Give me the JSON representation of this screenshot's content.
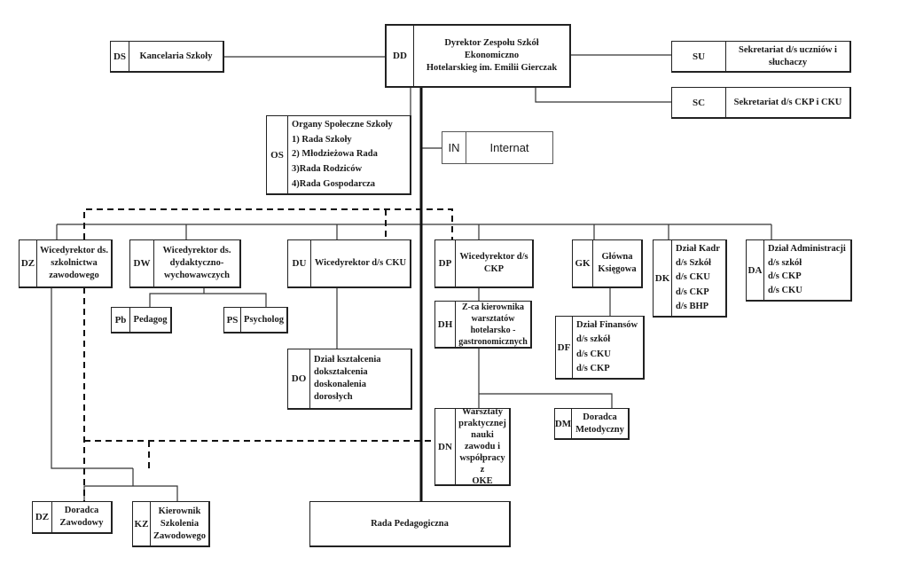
{
  "title": "Struktura organizacyjna Zespołu Szkół Ekonomiczno Hotelarskich",
  "nodes": {
    "DD": {
      "code": "DD",
      "lines": [
        "Dyrektor Zespołu Szkół Ekonomiczno",
        "Hotelarskieg im. Emilii Gierczak"
      ]
    },
    "DS": {
      "code": "DS",
      "lines": [
        "Kancelaria Szkoły"
      ]
    },
    "SU": {
      "code": "SU",
      "lines": [
        "Sekretariat d/s uczniów i",
        "słuchaczy"
      ]
    },
    "SC": {
      "code": "SC",
      "lines": [
        "Sekretariat d/s CKP i CKU"
      ]
    },
    "OS": {
      "code": "OS",
      "lines": [
        "Organy Społeczne Szkoły",
        "1) Rada Szkoły",
        "2) Młodzieżowa Rada",
        "3)Rada Rodziców",
        "4)Rada Gospodarcza"
      ]
    },
    "IN": {
      "code": "IN",
      "lines": [
        "Internat"
      ]
    },
    "DZ": {
      "code": "DZ",
      "lines": [
        "Wicedyrektor ds.",
        "szkolnictwa",
        "zawodowego"
      ]
    },
    "DW": {
      "code": "DW",
      "lines": [
        "Wicedyrektor ds.",
        "dydaktyczno-",
        "wychowawczych"
      ]
    },
    "DU": {
      "code": "DU",
      "lines": [
        "Wicedyrektor d/s CKU"
      ]
    },
    "DP": {
      "code": "DP",
      "lines": [
        "Wicedyrektor d/s",
        "CKP"
      ]
    },
    "GK": {
      "code": "GK",
      "lines": [
        "Główna",
        "Księgowa"
      ]
    },
    "DK": {
      "code": "DK",
      "lines": [
        "Dział Kadr",
        "d/s Szkół",
        "d/s CKU",
        "d/s CKP",
        "d/s BHP"
      ]
    },
    "DA": {
      "code": "DA",
      "lines": [
        "Dział Administracji",
        "d/s szkół",
        "d/s CKP",
        "d/s CKU"
      ]
    },
    "Pb": {
      "code": "Pb",
      "lines": [
        "Pedagog"
      ]
    },
    "PS": {
      "code": "PS",
      "lines": [
        "Psycholog"
      ]
    },
    "DH": {
      "code": "DH",
      "lines": [
        "Z-ca kierownika",
        "warsztatów",
        "hotelarsko -",
        "gastronomicznych"
      ]
    },
    "DF": {
      "code": "DF",
      "lines": [
        "Dział Finansów",
        "d/s szkół",
        "d/s CKU",
        "d/s CKP"
      ]
    },
    "DO": {
      "code": "DO",
      "lines": [
        "Dział kształcenia",
        "dokształcenia",
        "doskonalenia dorosłych"
      ]
    },
    "DN": {
      "code": "DN",
      "lines": [
        "Warsztaty",
        "praktycznej",
        "nauki",
        "zawodu i",
        "współpracy z",
        "OKE"
      ]
    },
    "DM": {
      "code": "DM",
      "lines": [
        "Doradca",
        "Metodyczny"
      ]
    },
    "DZ2": {
      "code": "DZ",
      "lines": [
        "Doradca",
        "Zawodowy"
      ]
    },
    "KZ": {
      "code": "KZ",
      "lines": [
        "Kierownik",
        "Szkolenia",
        "Zawodowego"
      ]
    },
    "RP": {
      "code": "",
      "lines": [
        "Rada Pedagogiczna"
      ]
    }
  }
}
